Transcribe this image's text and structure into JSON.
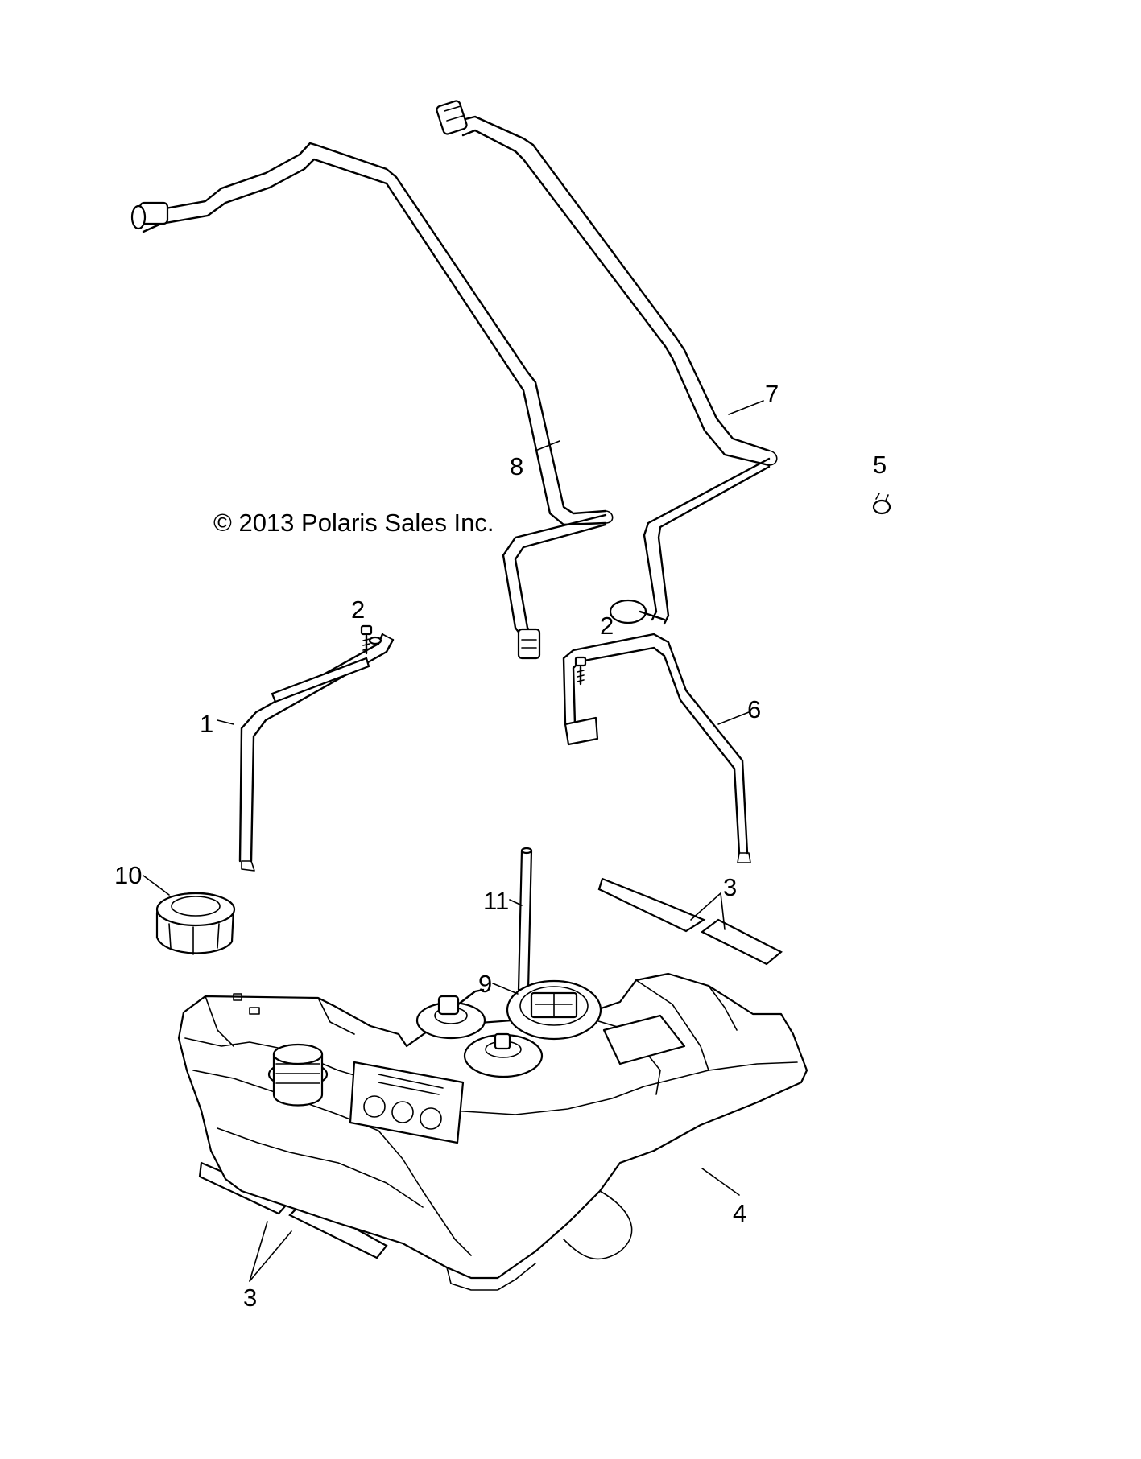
{
  "copyright": "© 2013 Polaris Sales Inc.",
  "callouts": {
    "c1": "1",
    "c2a": "2",
    "c2b": "2",
    "c3a": "3",
    "c3b": "3",
    "c4": "4",
    "c5": "5",
    "c6": "6",
    "c7": "7",
    "c8": "8",
    "c9": "9",
    "c10": "10",
    "c11": "11"
  }
}
